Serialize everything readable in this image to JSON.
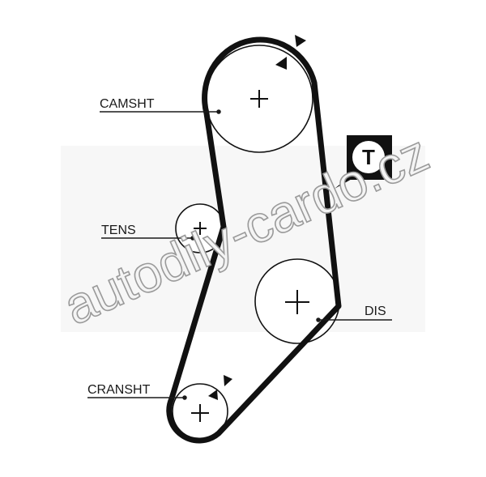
{
  "labels": {
    "camshaft": "CAMSHT",
    "tensioner": "TENS",
    "distributor": "DIS",
    "crankshaft": "CRANSHT"
  },
  "badge": {
    "letter": "T"
  },
  "watermark": "autodily-cardo.cz",
  "colors": {
    "belt": "#111111",
    "line": "#1a1a1a",
    "watermark_stroke": "#9a9a9a"
  }
}
